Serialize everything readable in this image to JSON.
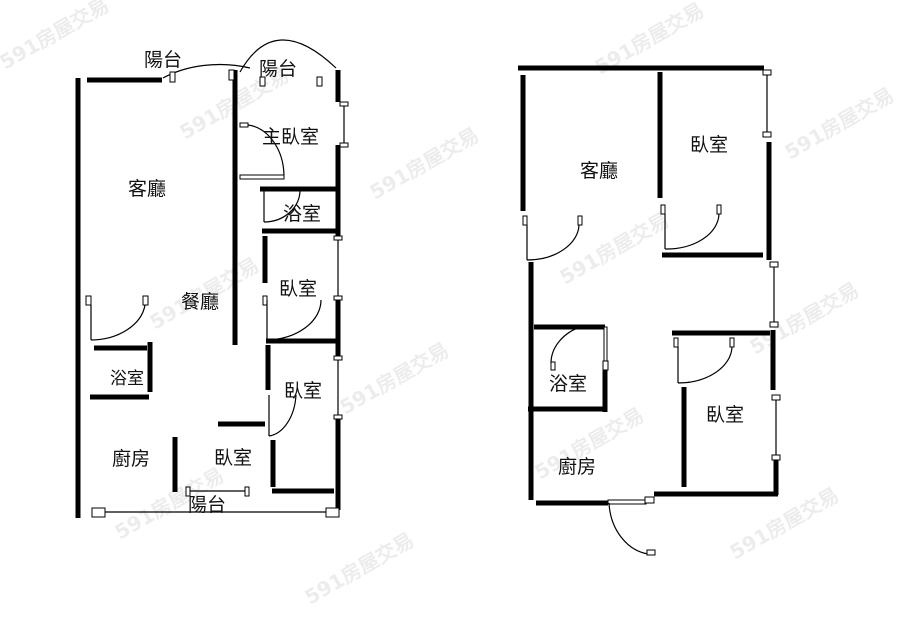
{
  "watermark": "591房屋交易",
  "plan_left": {
    "rooms": {
      "balcony_top_left": "陽台",
      "balcony_top_right": "陽台",
      "master_bedroom": "主臥室",
      "living_room": "客廳",
      "bathroom_upper": "浴室",
      "bedroom_1": "臥室",
      "dining_room": "餐廳",
      "bathroom_lower": "浴室",
      "bedroom_2": "臥室",
      "kitchen": "廚房",
      "bedroom_3": "臥室",
      "balcony_bottom": "陽台"
    }
  },
  "plan_right": {
    "rooms": {
      "living_room": "客廳",
      "bedroom_1": "臥室",
      "bathroom": "浴室",
      "bedroom_2": "臥室",
      "kitchen": "廚房"
    }
  }
}
